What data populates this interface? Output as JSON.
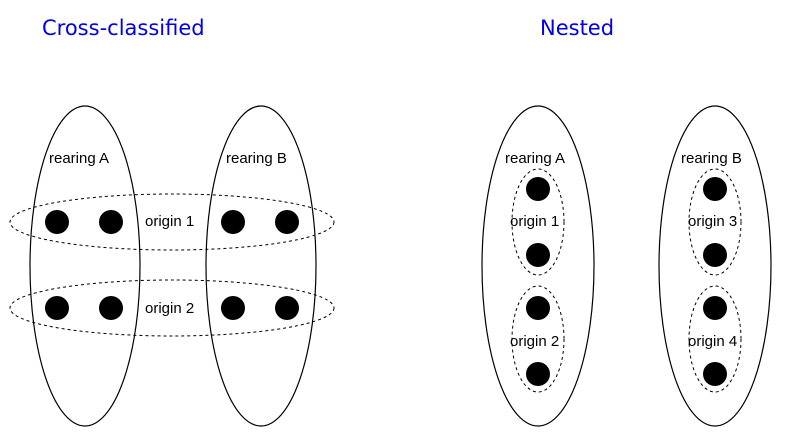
{
  "titles": {
    "left": "Cross-classified",
    "right": "Nested"
  },
  "colors": {
    "title": "#0000e6",
    "stroke": "#000000",
    "unit_fill": "#000000"
  },
  "cross_classified": {
    "rearing_labels": [
      "rearing A",
      "rearing B"
    ],
    "origin_labels": [
      "origin 1",
      "origin 2"
    ]
  },
  "nested": {
    "rearing_labels": [
      "rearing A",
      "rearing B"
    ],
    "origin_labels": [
      "origin 1",
      "origin 2",
      "origin 3",
      "origin 4"
    ]
  }
}
